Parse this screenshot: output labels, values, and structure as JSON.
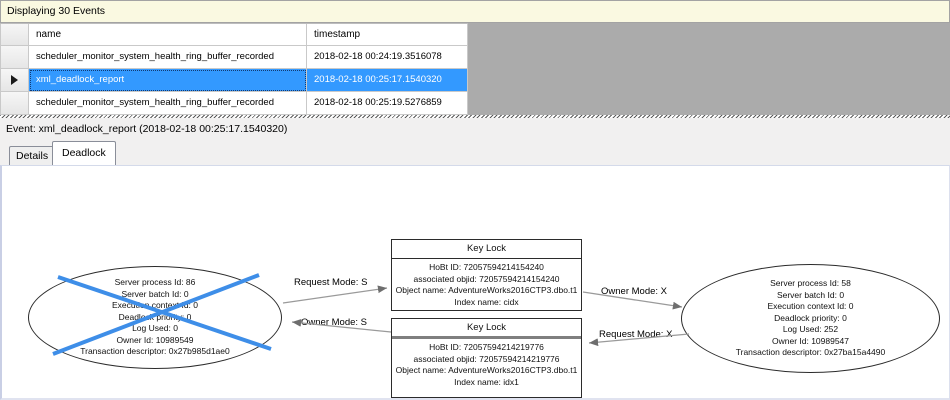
{
  "header": {
    "title": "Displaying 30 Events"
  },
  "grid": {
    "columns": [
      "name",
      "timestamp"
    ],
    "rows": [
      {
        "name": "scheduler_monitor_system_health_ring_buffer_recorded",
        "timestamp": "2018-02-18 00:24:19.3516078",
        "selected": false
      },
      {
        "name": "xml_deadlock_report",
        "timestamp": "2018-02-18 00:25:17.1540320",
        "selected": true
      },
      {
        "name": "scheduler_monitor_system_health_ring_buffer_recorded",
        "timestamp": "2018-02-18 00:25:19.5276859",
        "selected": false
      }
    ]
  },
  "event_bar": {
    "label": "Event: xml_deadlock_report (2018-02-18 00:25:17.1540320)"
  },
  "tabs": [
    {
      "label": "Details",
      "active": false
    },
    {
      "label": "Deadlock",
      "active": true
    }
  ],
  "graph": {
    "victim_process": {
      "is_deadlock_victim": true,
      "lines": [
        "Server process Id: 86",
        "Server batch Id: 0",
        "Execution context Id: 0",
        "Deadlock priority: 0",
        "Log Used: 0",
        "Owner Id: 10989549",
        "Transaction descriptor: 0x27b985d1ae0"
      ]
    },
    "owner_process": {
      "is_deadlock_victim": false,
      "lines": [
        "Server process Id: 58",
        "Server batch Id: 0",
        "Execution context Id: 0",
        "Deadlock priority: 0",
        "Log Used: 252",
        "Owner Id: 10989547",
        "Transaction descriptor: 0x27ba15a4490"
      ]
    },
    "top_resource": {
      "title": "Key Lock",
      "lines": [
        "HoBt ID: 72057594214154240",
        "associated objid: 72057594214154240",
        "Object name: AdventureWorks2016CTP3.dbo.t1",
        "Index name: cidx"
      ]
    },
    "bottom_resource": {
      "title": "Key Lock",
      "lines": [
        "HoBt ID: 72057594214219776",
        "associated objid: 72057594214219776",
        "Object name: AdventureWorks2016CTP3.dbo.t1",
        "Index name: idx1"
      ]
    },
    "edges": [
      {
        "label": "Request Mode: S",
        "from": "victim_process",
        "to": "top_resource"
      },
      {
        "label": "Owner Mode: S",
        "from": "bottom_resource",
        "to": "victim_process"
      },
      {
        "label": "Owner Mode: X",
        "from": "top_resource",
        "to": "owner_process"
      },
      {
        "label": "Request Mode: X",
        "from": "owner_process",
        "to": "bottom_resource"
      }
    ]
  },
  "colors": {
    "selection_bg": "#3399FF",
    "selection_text": "#FFFFFF",
    "victim_x": "#3E8EE8",
    "info_bar_bg": "#FAF9E1",
    "grid_filler": "#ABABAB",
    "chrome_bg": "#F1F0F0",
    "edge_line": "#9A9A9A",
    "arrow": "#6E6E6E",
    "node_border": "#2B2B2B"
  }
}
